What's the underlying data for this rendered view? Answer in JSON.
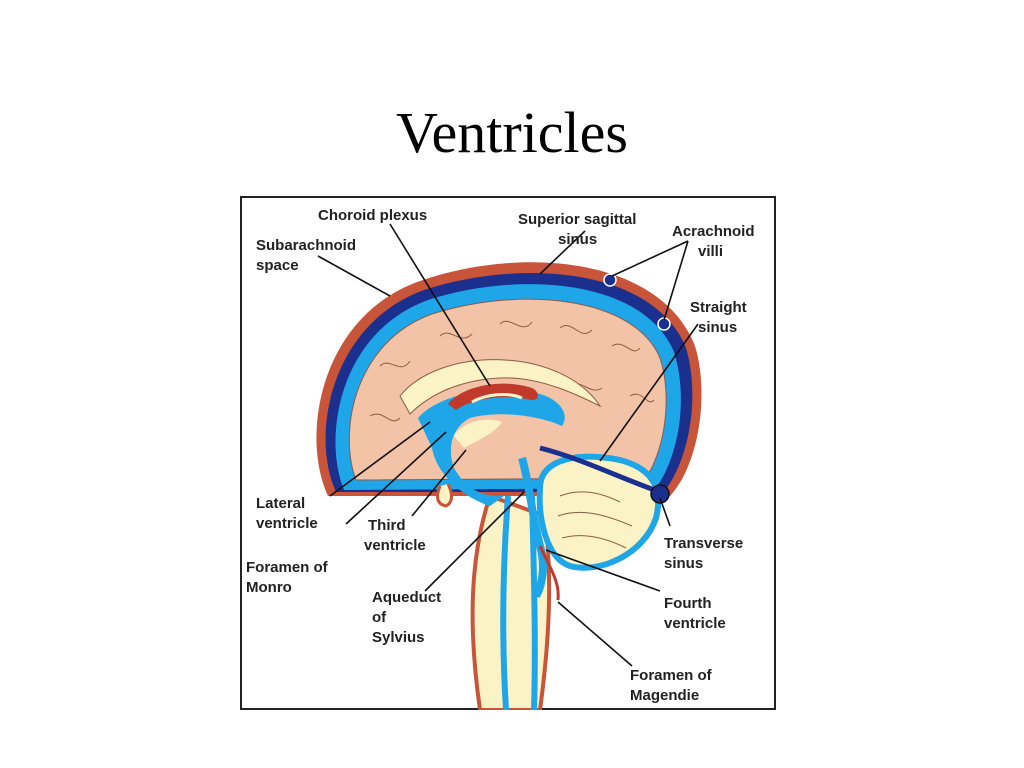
{
  "title": "Ventricles",
  "colors": {
    "csf_blue": "#1ea6e8",
    "sinus_navy": "#1b2f8f",
    "dura_red": "#c8553a",
    "cortex_pink": "#f3c3a8",
    "tissue_cream": "#fbf3c6",
    "choroid_red": "#c0392b"
  },
  "labels": {
    "choroid_plexus": "Choroid plexus",
    "superior_sagittal_1": "Superior sagittal",
    "superior_sagittal_2": "sinus",
    "arachnoid_1": "Acrachnoid",
    "arachnoid_2": "villi",
    "subarachnoid_1": "Subarachnoid",
    "subarachnoid_2": "space",
    "straight_1": "Straight",
    "straight_2": "sinus",
    "lateral_1": "Lateral",
    "lateral_2": "ventricle",
    "third_1": "Third",
    "third_2": "ventricle",
    "monro_1": "Foramen of",
    "monro_2": "Monro",
    "aqueduct_1": "Aqueduct",
    "aqueduct_2": "of",
    "aqueduct_3": "Sylvius",
    "transverse_1": "Transverse",
    "transverse_2": "sinus",
    "fourth_1": "Fourth",
    "fourth_2": "ventricle",
    "magendie_1": "Foramen of",
    "magendie_2": "Magendie"
  }
}
